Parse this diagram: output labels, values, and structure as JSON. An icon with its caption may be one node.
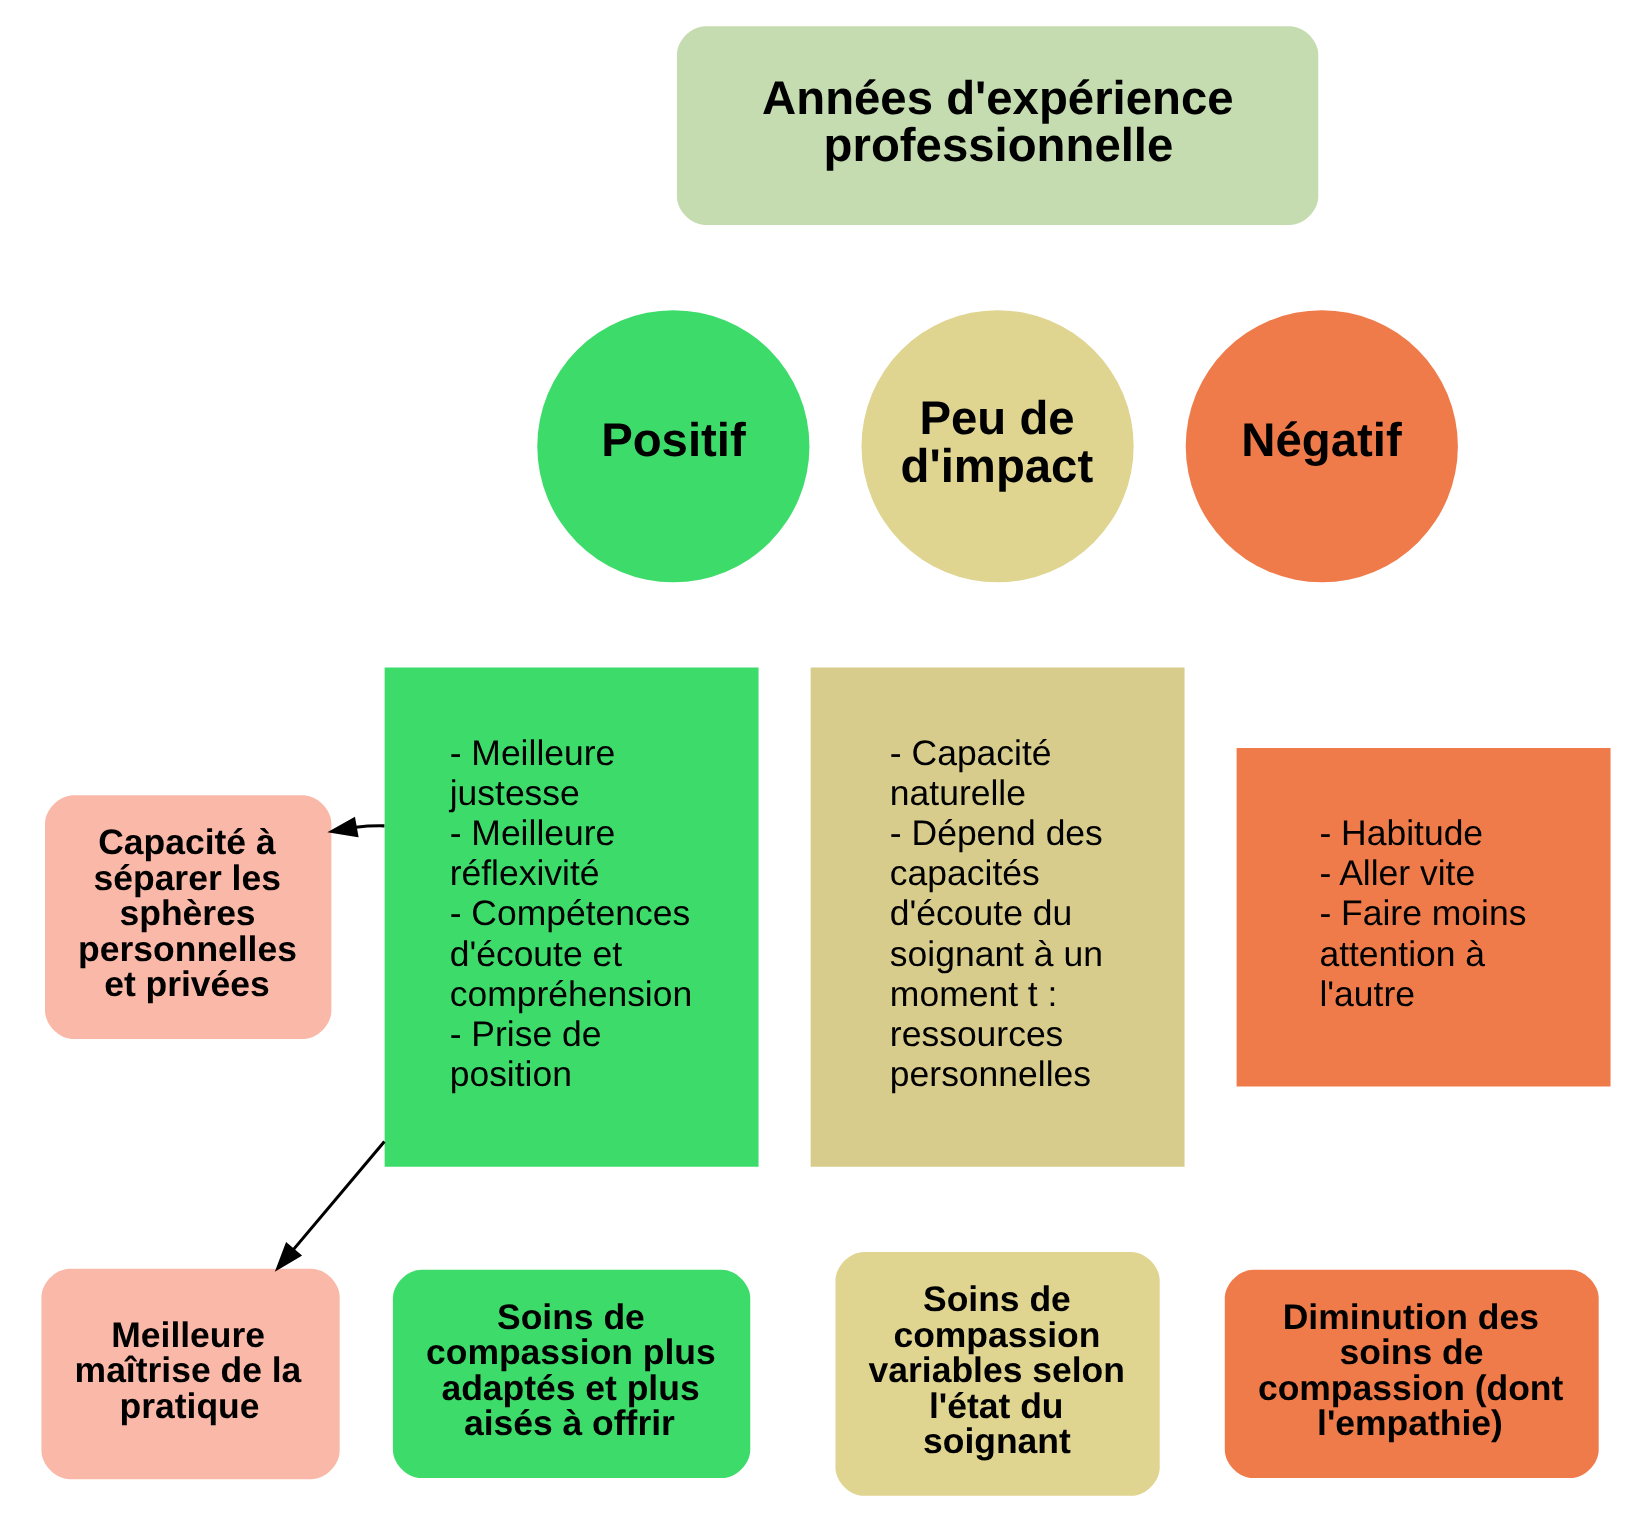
{
  "diagram": {
    "nodes": [
      {
        "text": [
          "Années d'expérience professionnelle"
        ]
      },
      {
        "text": [
          "Positif"
        ]
      },
      {
        "text": [
          "Peu de d'impact"
        ]
      },
      {
        "text": [
          "Négatif"
        ]
      },
      {
        "text": [
          "- Meilleure justesse",
          "- Meilleure réflexivité",
          "- Compétences d'écoute et compréhension",
          "- Prise de position"
        ]
      },
      {
        "text": [
          "- Capacité naturelle",
          "- Dépend des capacités d'écoute du soignant à un moment t : ressources personnelles"
        ]
      },
      {
        "text": [
          "- Habitude",
          "- Aller vite",
          "- Faire moins attention à l'autre"
        ]
      },
      {
        "text": [
          "Capacité à séparer les sphères personnelles et privées"
        ]
      },
      {
        "text": [
          "Meilleure maîtrise de la pratique"
        ]
      },
      {
        "text": [
          "Soins de compassion plus adaptés et plus aisés à offrir"
        ]
      },
      {
        "text": [
          "Soins de compassion variables selon l'état du soignant"
        ]
      },
      {
        "text": [
          "Diminution des soins de compassion (dont l'empathie)"
        ]
      }
    ],
    "edges": [
      {
        "from": 4,
        "to": 7,
        "arrow": "to"
      },
      {
        "from": 4,
        "to": 8,
        "arrow": "to"
      }
    ]
  }
}
